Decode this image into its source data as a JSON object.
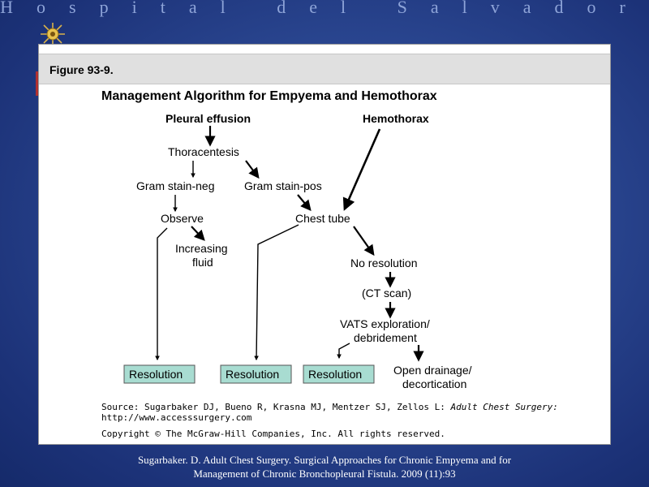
{
  "slide": {
    "header_text": "Hospital del Salvador",
    "emblem_icon": "sun-emblem-icon",
    "caption_line1": "Sugarbaker. D. Adult Chest Surgery. Surgical Approaches for Chronic Empyema and for",
    "caption_line2": "Management of Chronic Bronchopleural Fistula. 2009 (11):93"
  },
  "figure": {
    "label": "Figure 93-9.",
    "title": "Management Algorithm for Empyema and Hemothorax",
    "nodes": {
      "pleural_effusion": "Pleural effusion",
      "hemothorax": "Hemothorax",
      "thoracentesis": "Thoracentesis",
      "gram_neg": "Gram stain-neg",
      "gram_pos": "Gram stain-pos",
      "observe": "Observe",
      "chest_tube": "Chest tube",
      "increasing_fluid_1": "Increasing",
      "increasing_fluid_2": "fluid",
      "no_resolution": "No resolution",
      "ct_scan": "(CT scan)",
      "vats_1": "VATS exploration/",
      "vats_2": "debridement",
      "open_drainage_1": "Open drainage/",
      "open_drainage_2": "decortication",
      "resolution_1": "Resolution",
      "resolution_2": "Resolution",
      "resolution_3": "Resolution"
    },
    "source_line1": "Source: Sugarbaker DJ, Bueno R, Krasna MJ, Mentzer SJ, Zellos L:",
    "source_book": "Adult Chest Surgery:",
    "source_url": "http://www.accesssurgery.com",
    "copyright": "Copyright © The McGraw-Hill Companies, Inc. All rights reserved."
  },
  "colors": {
    "background": "#2a4690",
    "resolution_box": "#a8dcd1",
    "header_bar": "#e0e0e0"
  }
}
